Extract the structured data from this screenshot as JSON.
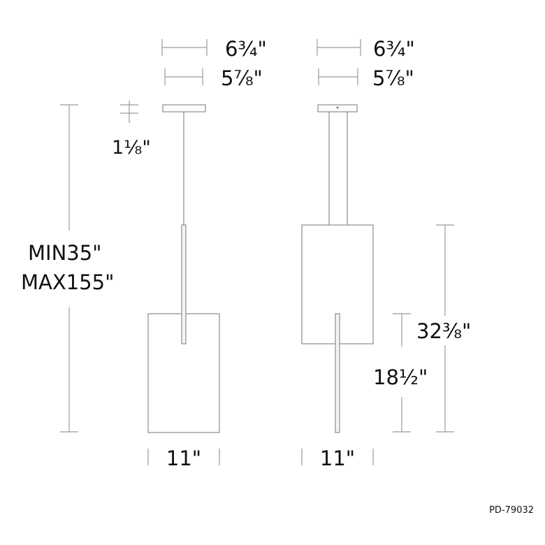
{
  "dimensions": {
    "canopy_overall_left": "6¾\"",
    "canopy_plate_left": "5⅞\"",
    "canopy_overall_right": "6¾\"",
    "canopy_plate_right": "5⅞\"",
    "canopy_height": "1⅛\"",
    "overall_min": "MIN35\"",
    "overall_max": "MAX155\"",
    "shade_width_left": "11\"",
    "shade_width_right": "11\"",
    "fixture_height": "32⅜\"",
    "rod_height": "18½\""
  },
  "model_number": "PD-79032",
  "colors": {
    "line": "#9a9a9a",
    "text": "#111111",
    "background": "#ffffff"
  }
}
